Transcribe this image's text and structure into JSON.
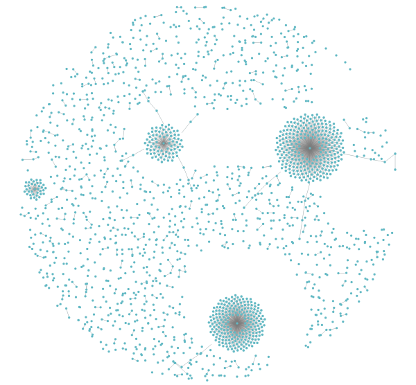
{
  "canvas": {
    "background": "#ffffff"
  },
  "colors": {
    "node": "#63b9c4",
    "edge": "#9aa7a9",
    "hub_edge": "#7d7d7d"
  },
  "network": {
    "kind": "force-directed node-link graph",
    "labels_shown": false,
    "hub_count": 4,
    "hubs": [
      {
        "name": "hub-large-right",
        "neighbor_count": 260
      },
      {
        "name": "hub-bottom",
        "neighbor_count": 220
      },
      {
        "name": "hub-upper-left",
        "neighbor_count": 80
      },
      {
        "name": "hub-small-left",
        "neighbor_count": 35
      }
    ],
    "scattered_node_count": 1300
  }
}
